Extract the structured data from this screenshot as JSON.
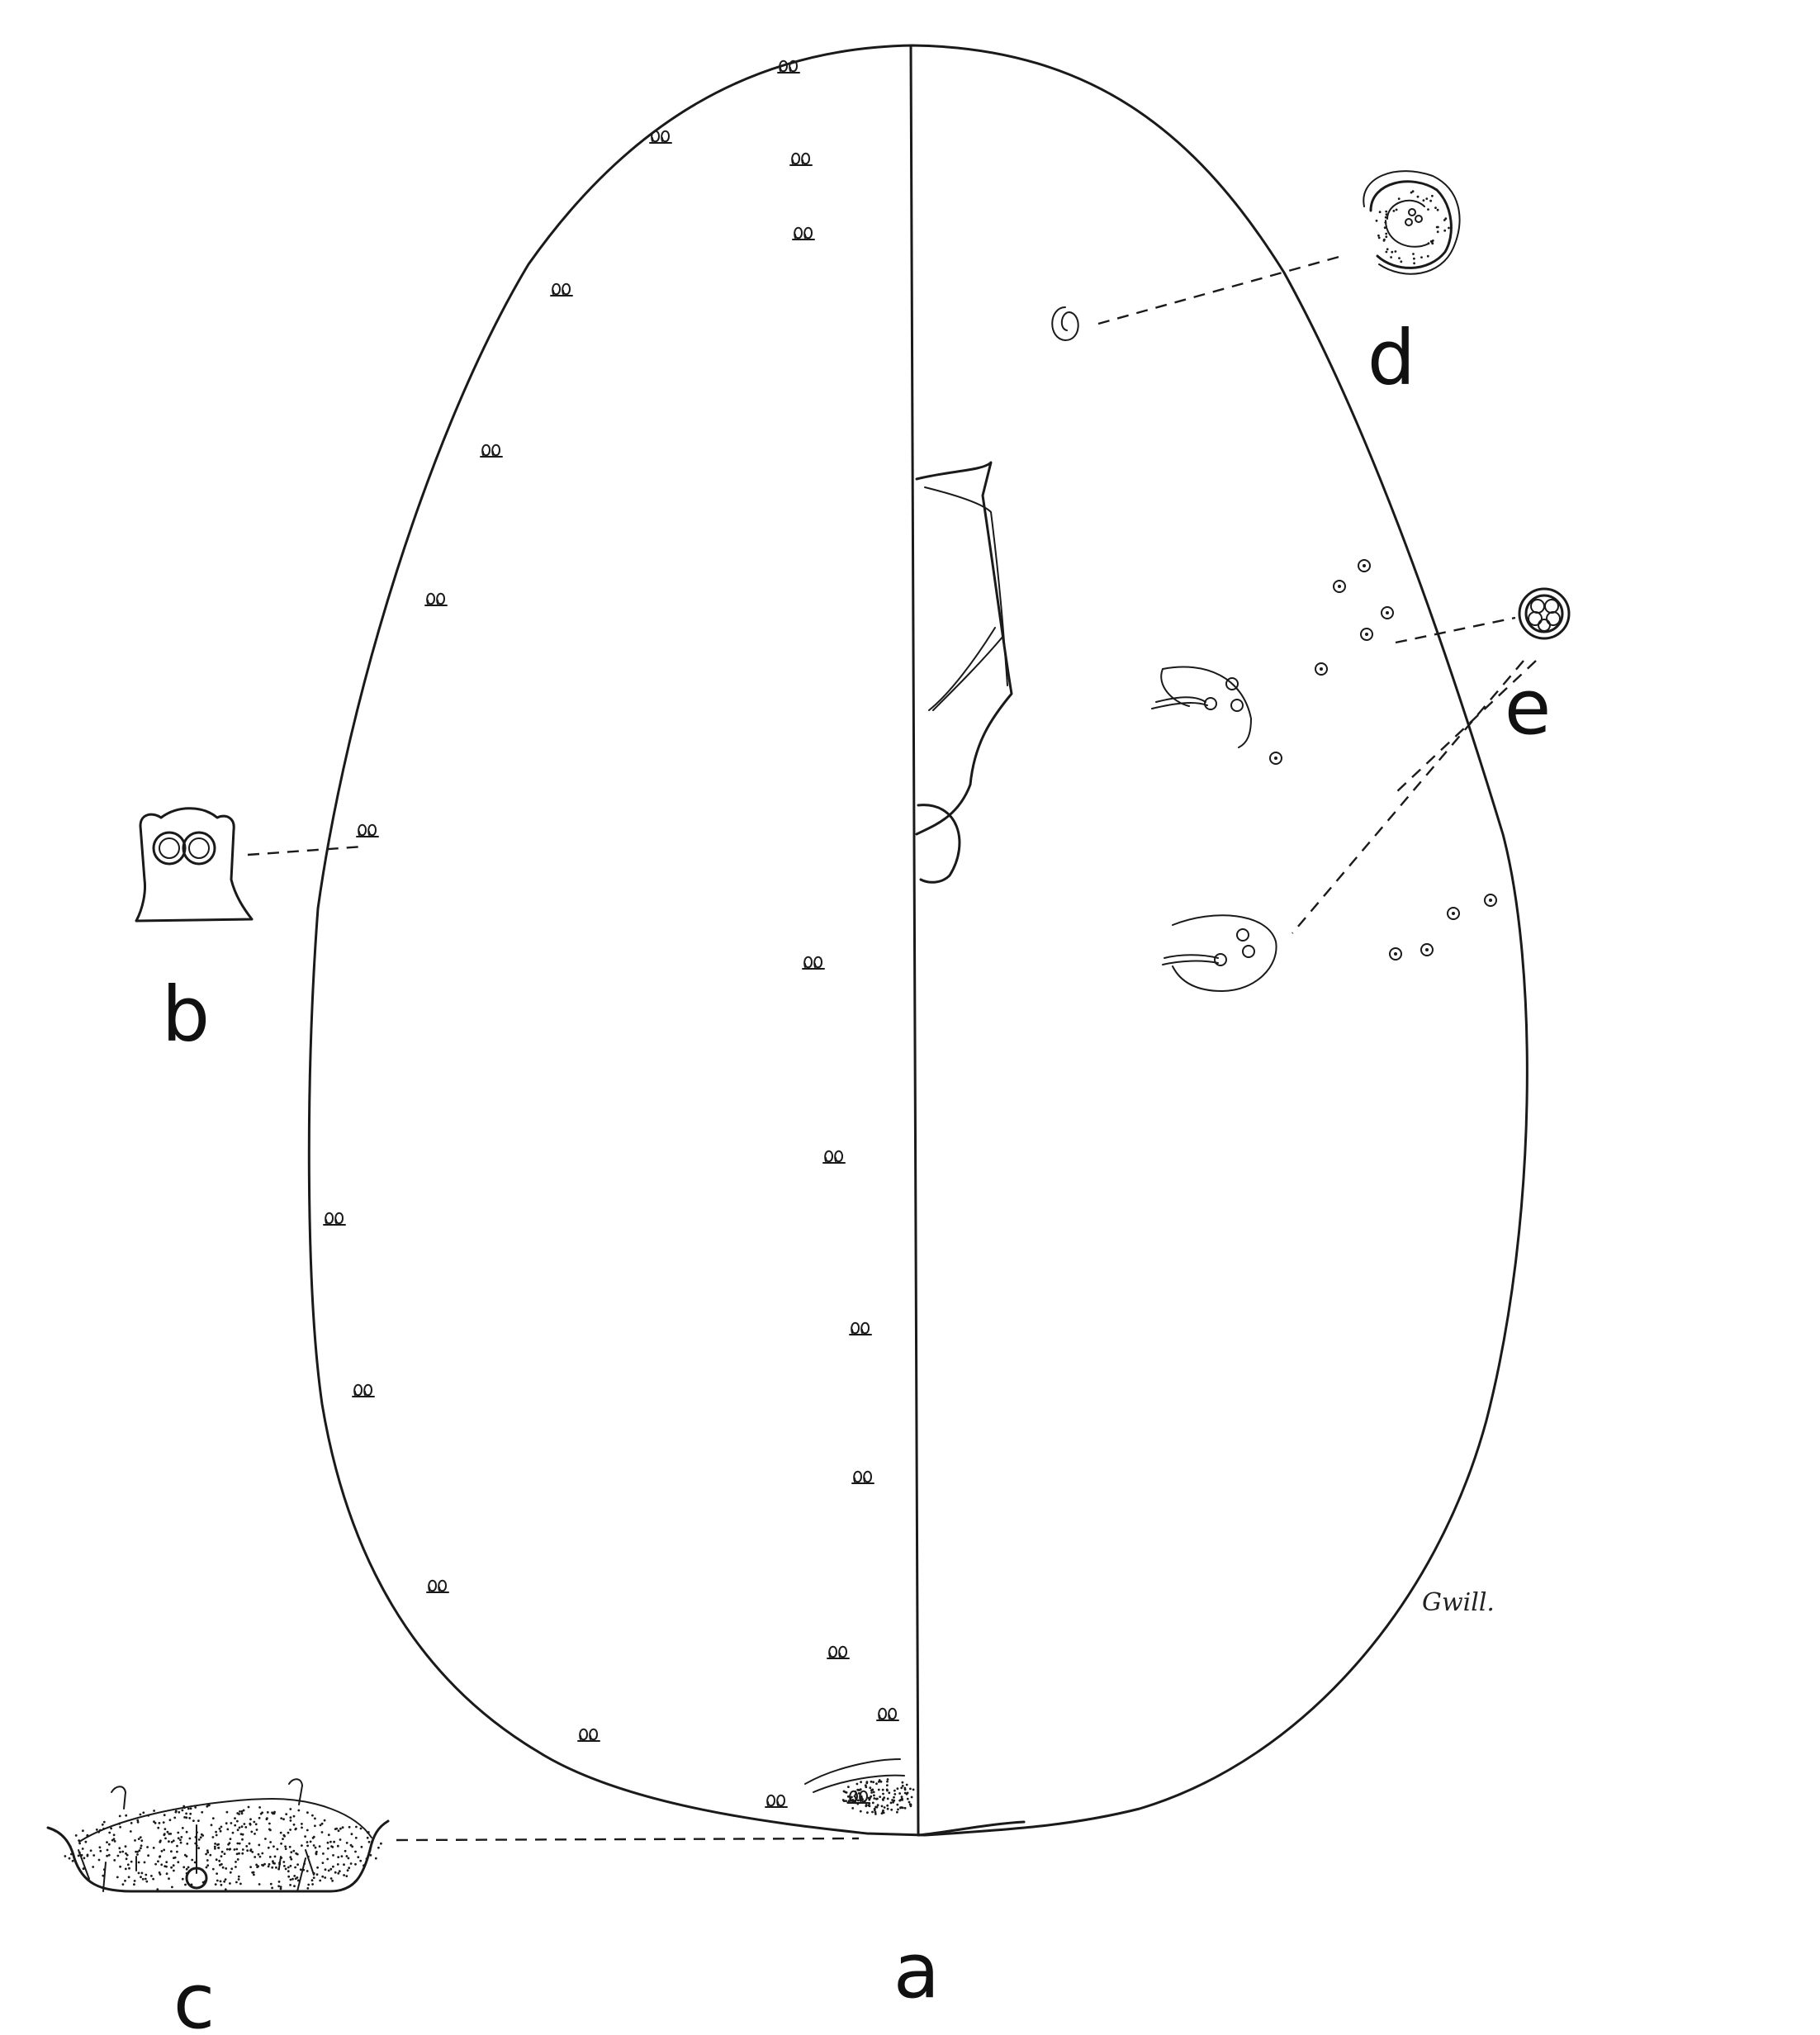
{
  "figure": {
    "panel_labels": {
      "a": "a",
      "b": "b",
      "c": "c",
      "d": "d",
      "e": "e"
    },
    "signature": "Gwill."
  },
  "colors": {
    "ink": "#1a1a1a",
    "background": "#ffffff"
  }
}
